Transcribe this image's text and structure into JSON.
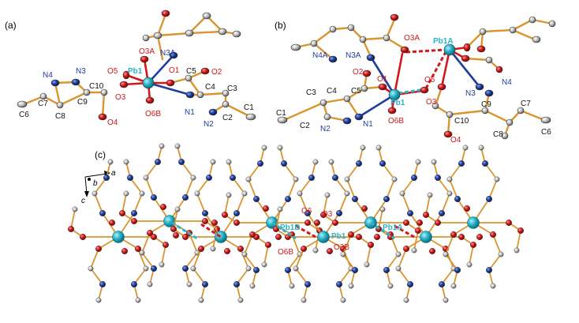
{
  "panels": {
    "a": {
      "tag": "(a)",
      "atoms": [
        {
          "id": "Pb1",
          "text": "Pb1",
          "kind": "Pb"
        },
        {
          "id": "O3A",
          "text": "O3A",
          "kind": "O"
        },
        {
          "id": "N3A",
          "text": "N3A",
          "kind": "N"
        },
        {
          "id": "O5",
          "text": "O5",
          "kind": "O"
        },
        {
          "id": "O1",
          "text": "O1",
          "kind": "O"
        },
        {
          "id": "C5",
          "text": "C5",
          "kind": "C"
        },
        {
          "id": "O2",
          "text": "O2",
          "kind": "O"
        },
        {
          "id": "C4",
          "text": "C4",
          "kind": "C"
        },
        {
          "id": "C3",
          "text": "C3",
          "kind": "C"
        },
        {
          "id": "C1",
          "text": "C1",
          "kind": "C"
        },
        {
          "id": "C2",
          "text": "C2",
          "kind": "C"
        },
        {
          "id": "N2",
          "text": "N2",
          "kind": "N"
        },
        {
          "id": "N1",
          "text": "N1",
          "kind": "N"
        },
        {
          "id": "O6B",
          "text": "O6B",
          "kind": "O"
        },
        {
          "id": "O3",
          "text": "O3",
          "kind": "O"
        },
        {
          "id": "O4",
          "text": "O4",
          "kind": "O"
        },
        {
          "id": "C10",
          "text": "C10",
          "kind": "C"
        },
        {
          "id": "C9",
          "text": "C9",
          "kind": "C"
        },
        {
          "id": "N3",
          "text": "N3",
          "kind": "N"
        },
        {
          "id": "N4",
          "text": "N4",
          "kind": "N"
        },
        {
          "id": "C7",
          "text": "C7",
          "kind": "C"
        },
        {
          "id": "C8",
          "text": "C8",
          "kind": "C"
        },
        {
          "id": "C6",
          "text": "C6",
          "kind": "C"
        }
      ]
    },
    "b": {
      "tag": "(b)",
      "atoms": [
        {
          "id": "N4A",
          "text": "N4A",
          "kind": "N"
        },
        {
          "id": "N3A",
          "text": "N3A",
          "kind": "N"
        },
        {
          "id": "O3A",
          "text": "O3A",
          "kind": "O"
        },
        {
          "id": "Pb1A",
          "text": "Pb1A",
          "kind": "Pb"
        },
        {
          "id": "O2",
          "text": "O2",
          "kind": "O"
        },
        {
          "id": "O1",
          "text": "O1",
          "kind": "O"
        },
        {
          "id": "O5",
          "text": "O5",
          "kind": "O"
        },
        {
          "id": "C3",
          "text": "C3",
          "kind": "C"
        },
        {
          "id": "C4",
          "text": "C4",
          "kind": "C"
        },
        {
          "id": "C5",
          "text": "C5",
          "kind": "C"
        },
        {
          "id": "Pb1",
          "text": "Pb1",
          "kind": "Pb"
        },
        {
          "id": "N4",
          "text": "N4",
          "kind": "N"
        },
        {
          "id": "N3",
          "text": "N3",
          "kind": "N"
        },
        {
          "id": "C9",
          "text": "C9",
          "kind": "C"
        },
        {
          "id": "C7",
          "text": "C7",
          "kind": "C"
        },
        {
          "id": "C1",
          "text": "C1",
          "kind": "C"
        },
        {
          "id": "C2",
          "text": "C2",
          "kind": "C"
        },
        {
          "id": "N1",
          "text": "N1",
          "kind": "N"
        },
        {
          "id": "O6B",
          "text": "O6B",
          "kind": "O"
        },
        {
          "id": "O3",
          "text": "O3",
          "kind": "O"
        },
        {
          "id": "C10",
          "text": "C10",
          "kind": "C"
        },
        {
          "id": "N2",
          "text": "N2",
          "kind": "N"
        },
        {
          "id": "C8",
          "text": "C8",
          "kind": "C"
        },
        {
          "id": "O4",
          "text": "O4",
          "kind": "O"
        },
        {
          "id": "C6",
          "text": "C6",
          "kind": "C"
        }
      ]
    },
    "c": {
      "tag": "(c)",
      "axes": {
        "a": "a",
        "b": "b",
        "c": "c"
      },
      "atoms": [
        {
          "id": "O6",
          "text": "O6",
          "kind": "O"
        },
        {
          "id": "O3",
          "text": "O3",
          "kind": "O"
        },
        {
          "id": "Pb1B",
          "text": "Pb1B",
          "kind": "Pb"
        },
        {
          "id": "Pb1",
          "text": "Pb1",
          "kind": "Pb"
        },
        {
          "id": "Pb1A",
          "text": "Pb1A",
          "kind": "Pb"
        },
        {
          "id": "O6B",
          "text": "O6B",
          "kind": "O"
        },
        {
          "id": "O3B",
          "text": "O3B",
          "kind": "O"
        }
      ]
    }
  },
  "colors": {
    "Pb": "#2ab3c9",
    "O": "#d21818",
    "N": "#1f3f9a",
    "C": "#b8b8b8",
    "bond": "#d9952f",
    "label_C": "#111111",
    "label_N": "#1f3f9a",
    "label_O": "#d21818",
    "label_Pb": "#2ab3c9"
  }
}
